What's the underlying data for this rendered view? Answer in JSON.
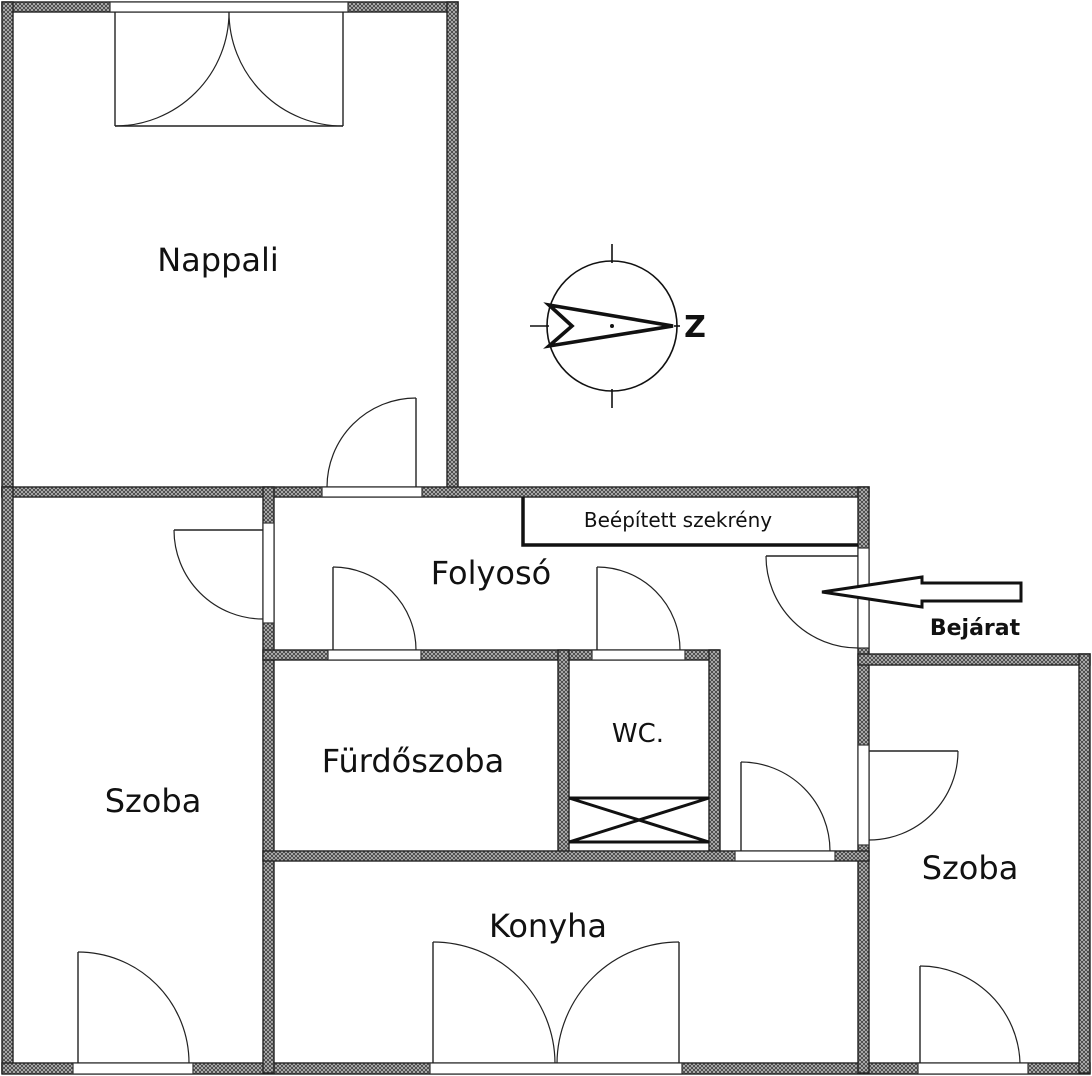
{
  "rooms": {
    "nappali": "Nappali",
    "folyoso": "Folyosó",
    "furdoszoba": "Fürdőszoba",
    "wc": "WC.",
    "szoba_left": "Szoba",
    "szoba_right": "Szoba",
    "konyha": "Konyha"
  },
  "labels": {
    "closet": "Beépített szekrény",
    "entrance": "Bejárat"
  },
  "compass": {
    "letter": "Z",
    "icon": "north-arrow-icon"
  }
}
